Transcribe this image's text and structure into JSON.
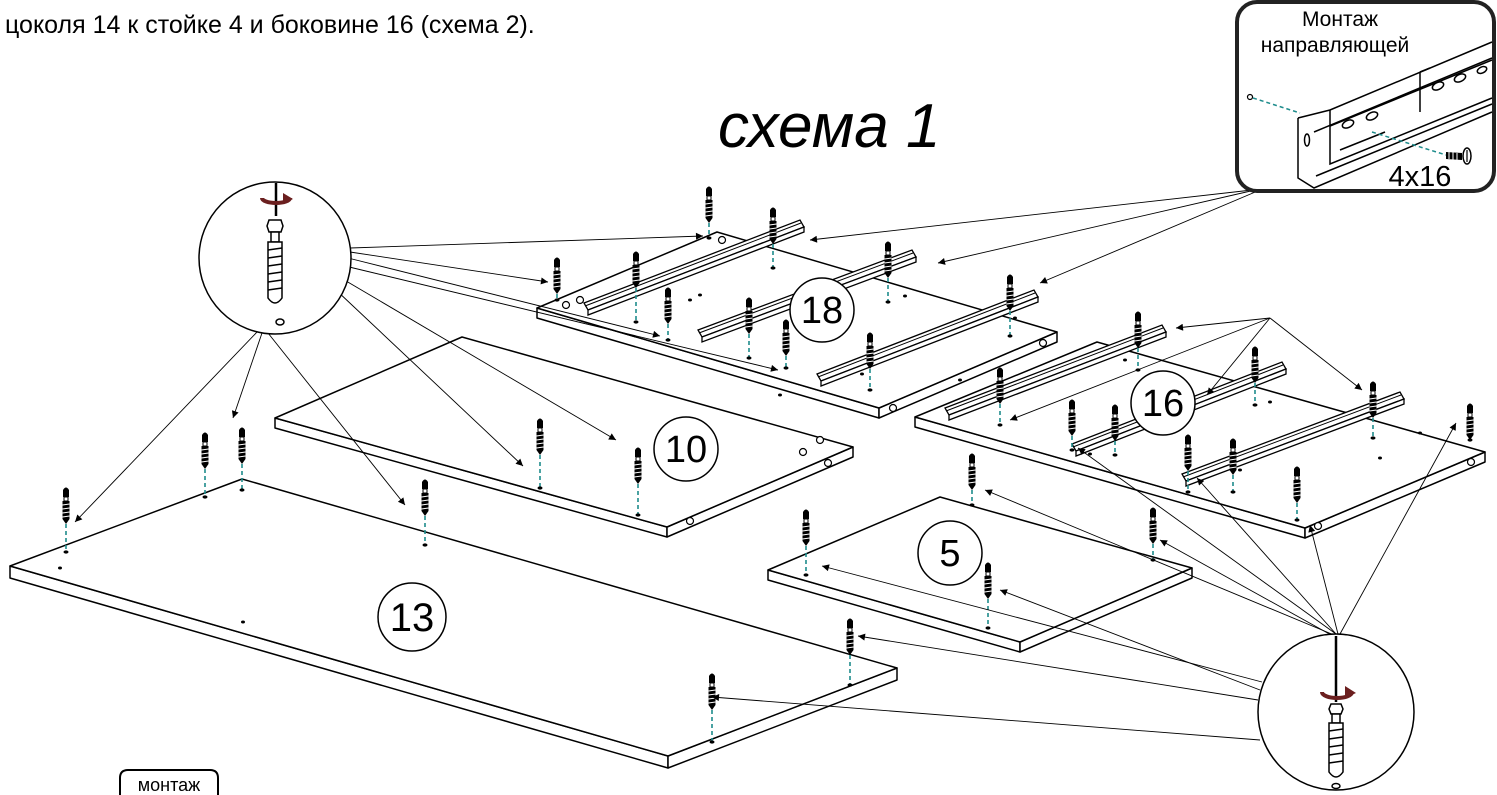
{
  "instruction": {
    "line": "цоколя 14 к стойке 4 и боковине 16 (схема 2)."
  },
  "scheme": {
    "title": "схема 1"
  },
  "inset": {
    "title_line1": "Монтаж",
    "title_line2": "направляющей",
    "screw_size": "4x16"
  },
  "parts": {
    "p18": "18",
    "p16": "16",
    "p10": "10",
    "p5": "5",
    "p13": "13"
  },
  "footer": {
    "label": "монтаж"
  },
  "colors": {
    "guide_line": "#1e8c8c",
    "rotation_arrow": "#6b1f1f",
    "stroke": "#000000"
  }
}
